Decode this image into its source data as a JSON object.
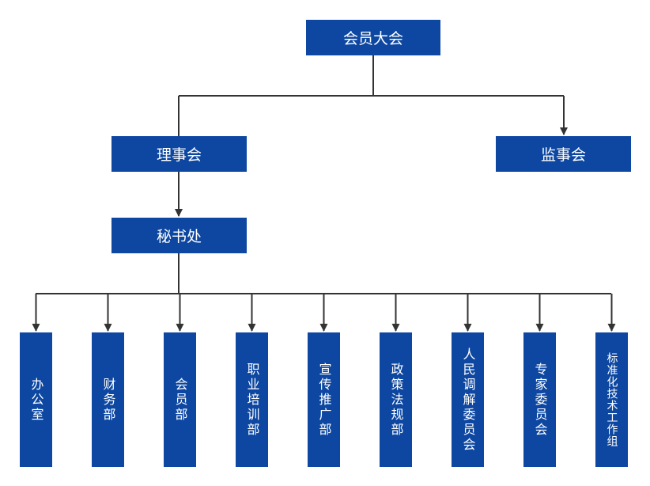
{
  "colors": {
    "box": "#0d47a1",
    "line": "#333333"
  },
  "nodes": {
    "assembly": "会员大会",
    "council": "理事会",
    "supervisors": "监事会",
    "secretariat": "秘书处"
  },
  "departments": [
    "办公室",
    "财务部",
    "会员部",
    "职业培训部",
    "宣传推广部",
    "政策法规部",
    "人民调解委员会",
    "专家委员会",
    "标准化技术工作组"
  ]
}
